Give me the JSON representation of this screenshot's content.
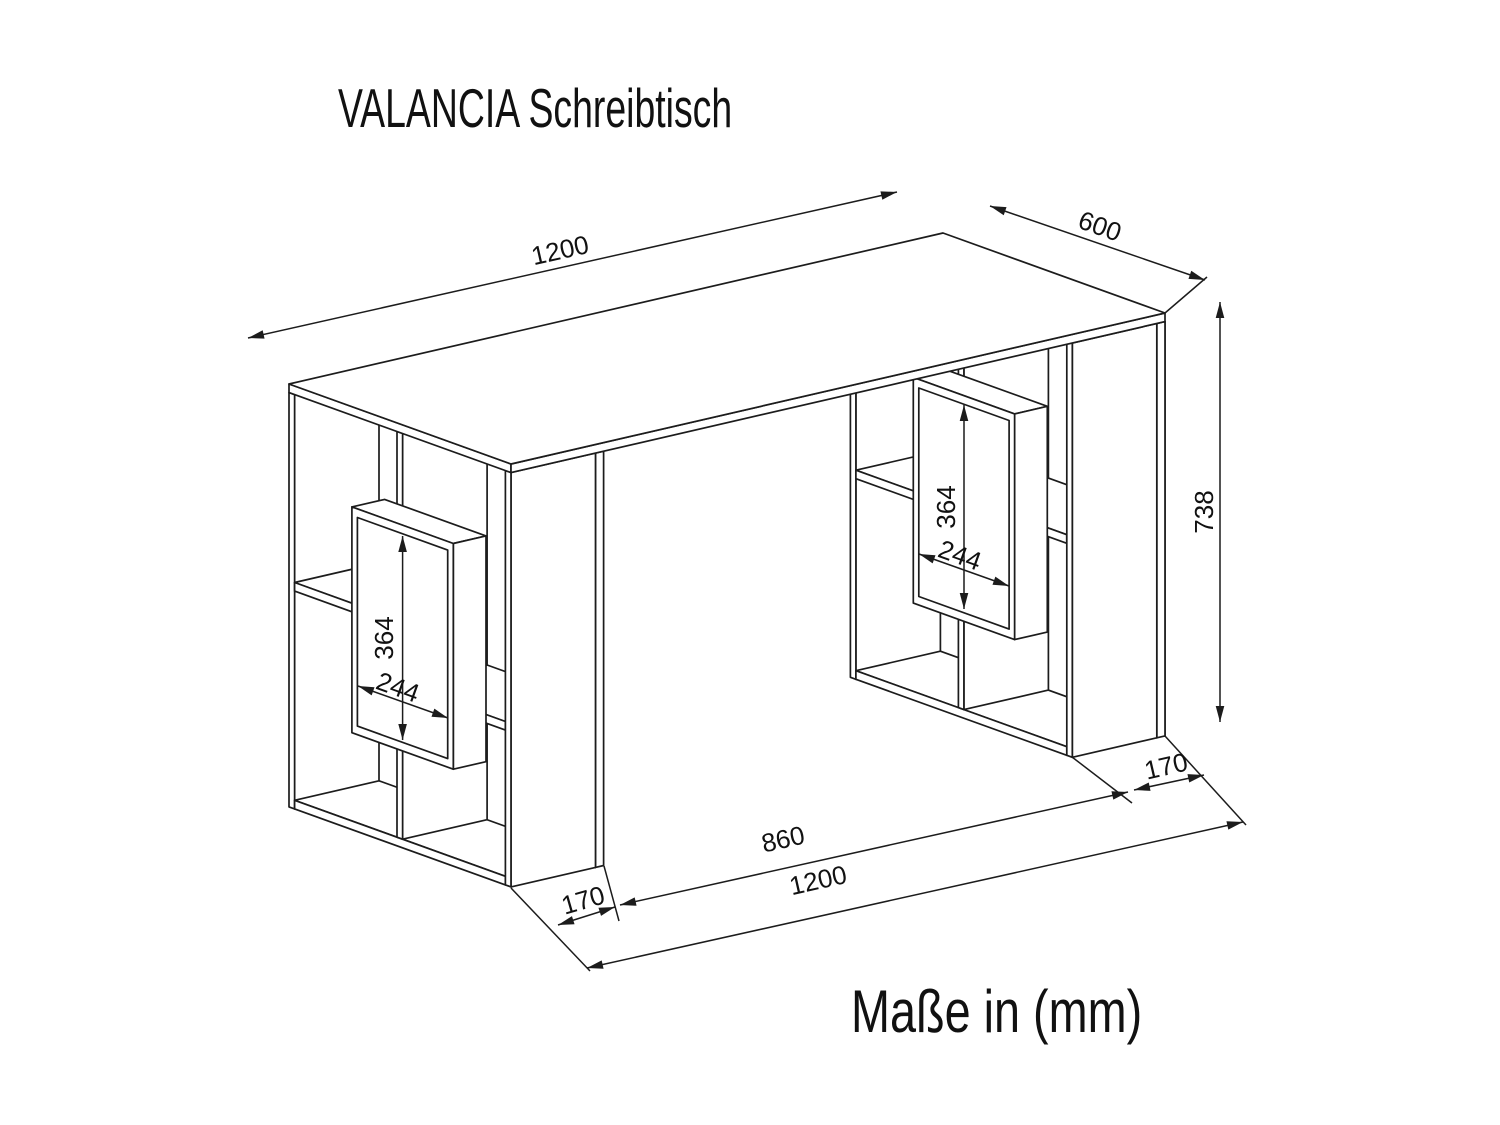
{
  "title": "VALANCIA Schreibtisch",
  "caption": "Maße in (mm)",
  "colors": {
    "line": "#1c1c1c",
    "text": "#111111",
    "background": "#ffffff"
  },
  "dimensions": {
    "top_length": "1200",
    "top_depth": "600",
    "height": "738",
    "left_box": {
      "inner_height": "364",
      "inner_depth": "244"
    },
    "right_box": {
      "inner_height": "364",
      "inner_depth": "244"
    },
    "bottom": {
      "left_overhang": "170",
      "leg_span": "860",
      "right_overhang": "170",
      "total_length": "1200"
    }
  }
}
